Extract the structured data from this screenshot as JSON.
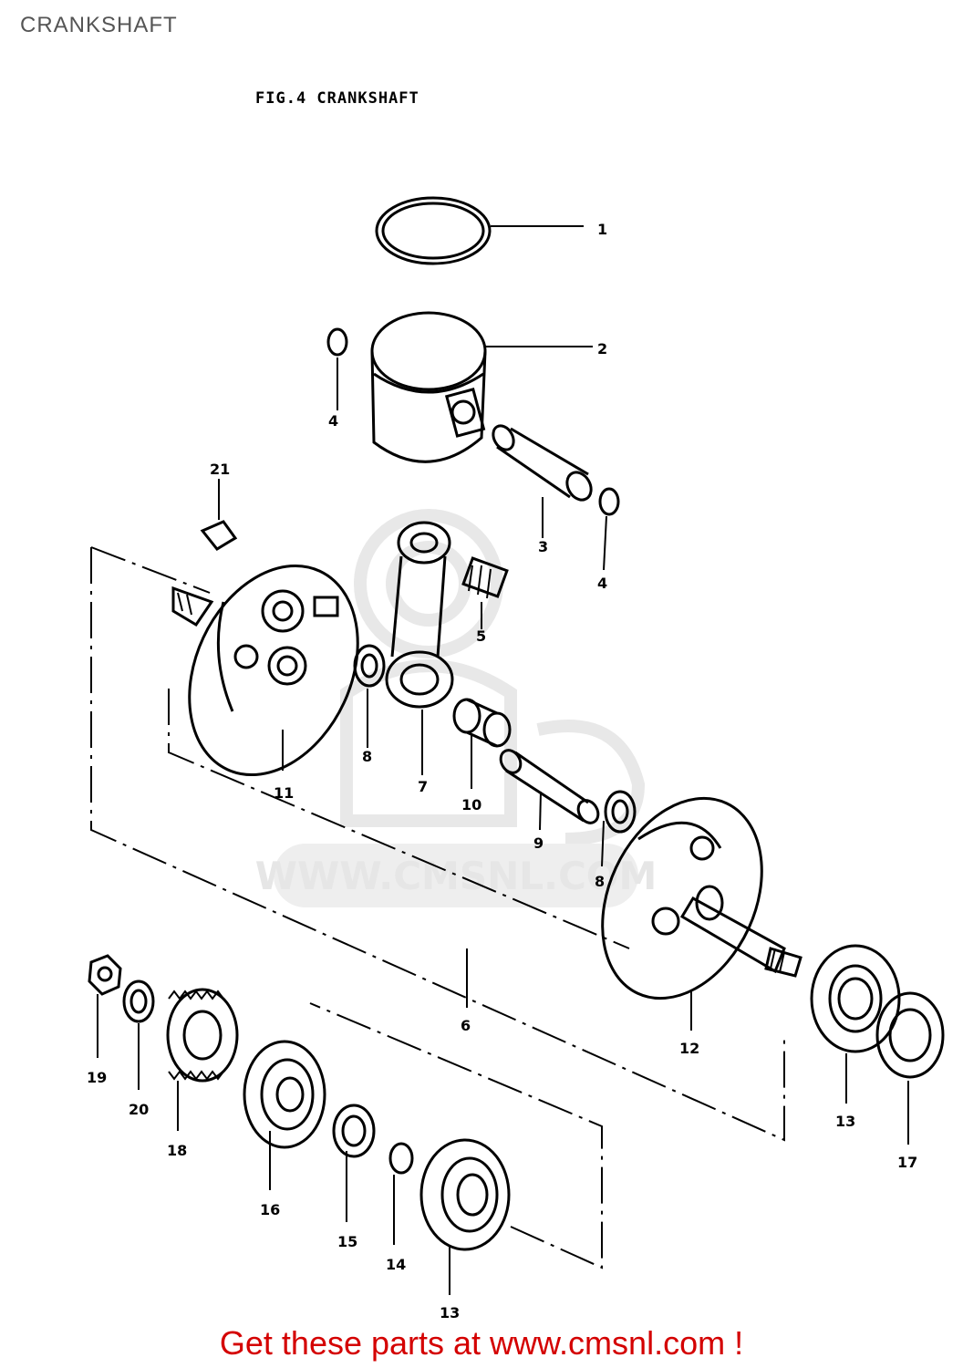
{
  "header": {
    "title": "CRANKSHAFT"
  },
  "figure": {
    "title": "FIG.4  CRANKSHAFT"
  },
  "watermark": {
    "text": "WWW.CMSNL.COM",
    "logo": "cms"
  },
  "callouts": [
    "1",
    "2",
    "3",
    "4",
    "4",
    "5",
    "6",
    "7",
    "8",
    "8",
    "9",
    "10",
    "11",
    "12",
    "13",
    "13",
    "14",
    "15",
    "16",
    "17",
    "18",
    "19",
    "20",
    "21"
  ],
  "footer": {
    "link_text": "Get these parts at www.cmsnl.com !"
  }
}
